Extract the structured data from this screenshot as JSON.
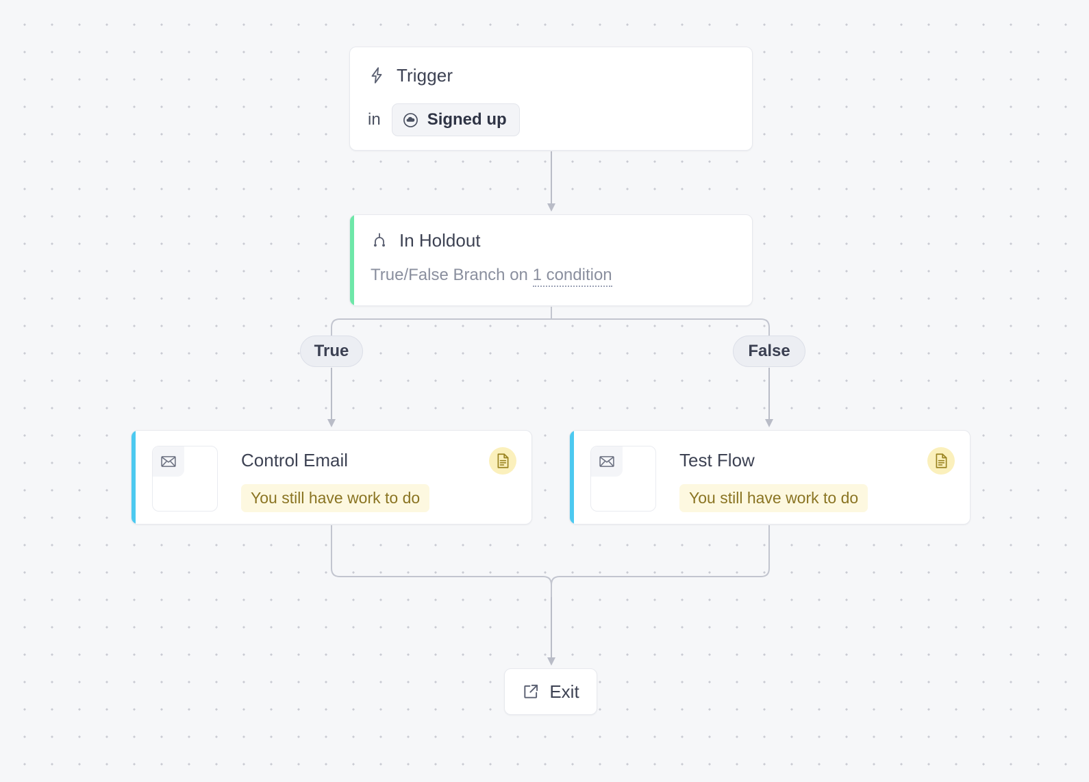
{
  "canvas": {
    "background_color": "#f6f7f9",
    "dot_color": "#c9cbd3"
  },
  "nodes": {
    "trigger": {
      "title": "Trigger",
      "icon": "lightning-bolt-icon",
      "in_label": "in",
      "event_chip": {
        "label": "Signed up",
        "icon": "cloud-circle-icon"
      }
    },
    "holdout": {
      "title": "In Holdout",
      "icon": "branch-split-icon",
      "description_prefix": "True/False Branch on ",
      "condition_link": "1 condition",
      "accent_color": "#6ee7a8"
    },
    "control_email": {
      "title": "Control Email",
      "badge": "You still have work to do",
      "thumb_icon": "envelope-icon",
      "status_icon": "document-icon",
      "accent_color": "#4cc9f0",
      "badge_bg": "#fdf8e0",
      "badge_color": "#8a7422"
    },
    "test_flow": {
      "title": "Test Flow",
      "badge": "You still have work to do",
      "thumb_icon": "envelope-icon",
      "status_icon": "document-icon",
      "accent_color": "#4cc9f0",
      "badge_bg": "#fdf8e0",
      "badge_color": "#8a7422"
    },
    "exit": {
      "label": "Exit",
      "icon": "external-link-icon"
    }
  },
  "branches": {
    "true_label": "True",
    "false_label": "False"
  }
}
